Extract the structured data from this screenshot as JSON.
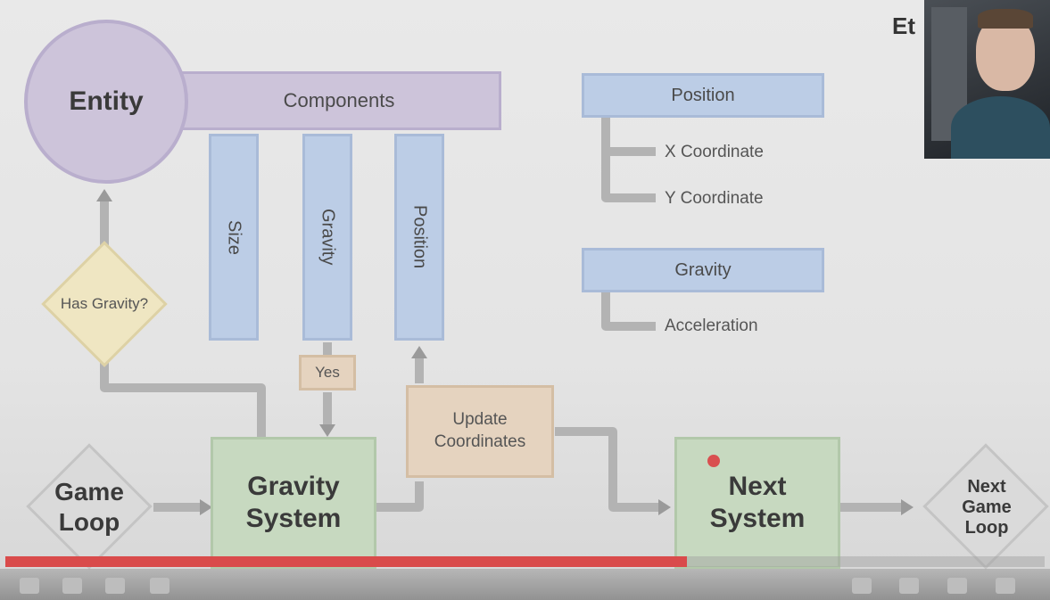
{
  "diagram": {
    "entity": "Entity",
    "components": "Components",
    "component_bars": [
      "Size",
      "Gravity",
      "Position"
    ],
    "position_box": "Position",
    "position_fields": [
      "X Coordinate",
      "Y Coordinate"
    ],
    "gravity_box": "Gravity",
    "gravity_fields": [
      "Acceleration"
    ],
    "has_gravity": "Has Gravity?",
    "yes_label": "Yes",
    "update_coordinates": "Update Coordinates",
    "game_loop": "Game Loop",
    "gravity_system": "Gravity System",
    "next_system": "Next System",
    "next_game_loop": "Next Game Loop"
  },
  "overlay": {
    "corner_text": "Et"
  },
  "player": {
    "progress": 0.656,
    "accent": "#d94b4b"
  },
  "colors": {
    "entity": "#cdc4da",
    "component": "#bccde6",
    "decision": "#efe6c2",
    "system": "#c7d9c0",
    "action": "#e5d3bf",
    "connector": "#b3b3b3"
  }
}
